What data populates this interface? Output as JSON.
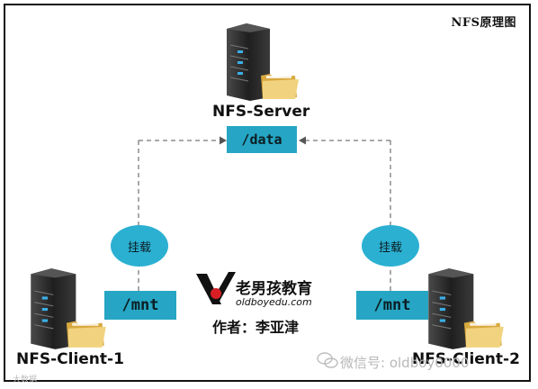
{
  "diagram": {
    "title": "NFS原理图",
    "server": {
      "label": "NFS-Server",
      "share": "/data"
    },
    "client1": {
      "label": "NFS-Client-1",
      "mount_point": "/mnt",
      "mount_action": "挂载"
    },
    "client2": {
      "label": "NFS-Client-2",
      "mount_point": "/mnt",
      "mount_action": "挂载"
    }
  },
  "branding": {
    "logo_cn": "老男孩教育",
    "logo_url": "oldboyedu.com",
    "author": "作者：李亚津",
    "watermark_right": "微信号: oldboy0000",
    "watermark_left": "大数据"
  },
  "colors": {
    "teal": "#26a6c4",
    "ellipse": "#2bb0d2",
    "logo_red": "#d81e25",
    "server_dark": "#2a2a2a",
    "folder": "#e8c46a"
  }
}
